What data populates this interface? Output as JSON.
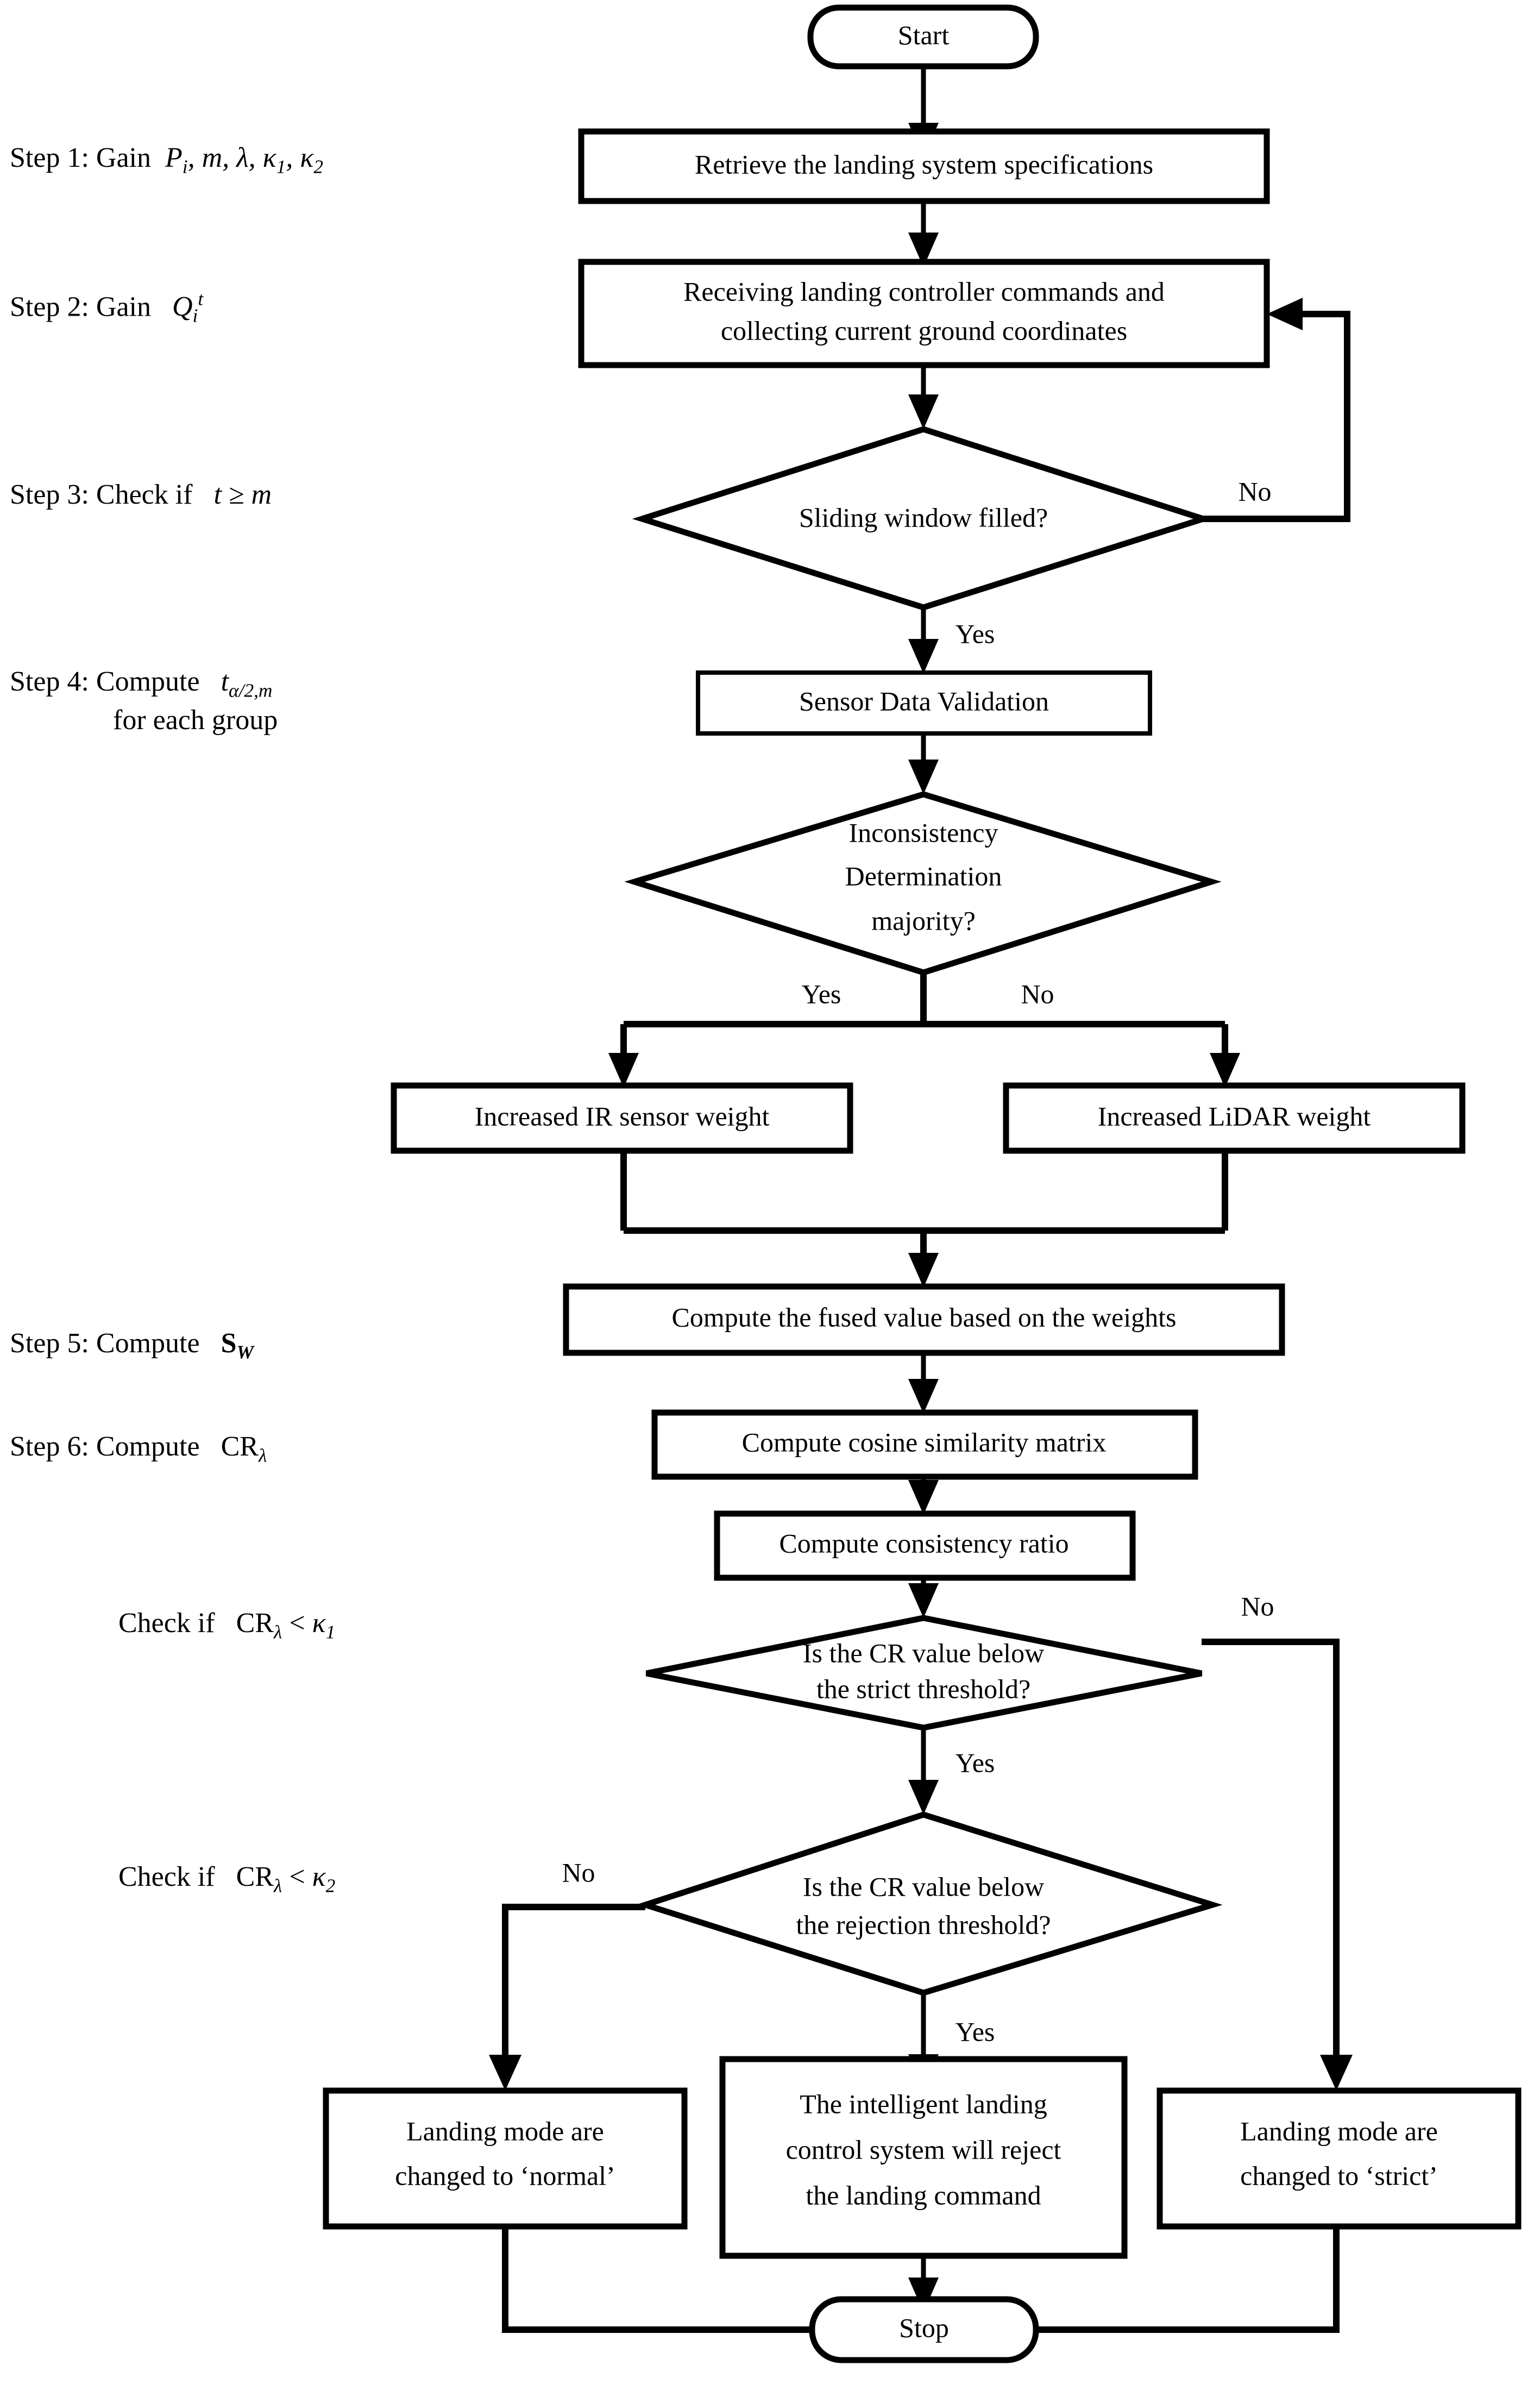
{
  "diagram": {
    "title": "Landing system consistency-check flowchart",
    "background_color": "#ffffff",
    "line_color": "#000000",
    "text_color": "#000000"
  },
  "step_labels": [
    {
      "id": "step1",
      "prefix": "Step 1: Gain",
      "formula": "P_i, m, λ, κ_1, κ_2",
      "second_line": ""
    },
    {
      "id": "step2",
      "prefix": "Step 2: Gain",
      "formula": "Q_i^t",
      "second_line": ""
    },
    {
      "id": "step3",
      "prefix": "Step 3: Check if",
      "formula": "t ≥ m",
      "second_line": ""
    },
    {
      "id": "step4",
      "prefix": "Step 4: Compute",
      "formula": "t_{α/2,m}",
      "second_line": "for each group"
    },
    {
      "id": "step5",
      "prefix": "Step 5: Compute",
      "formula": "S_W",
      "second_line": ""
    },
    {
      "id": "step6",
      "prefix": "Step 6: Compute",
      "formula": "CR_λ",
      "second_line": ""
    },
    {
      "id": "check1",
      "prefix": "Check if",
      "formula": "CR_λ < κ_1",
      "second_line": ""
    },
    {
      "id": "check2",
      "prefix": "Check if",
      "formula": "CR_λ < κ_2",
      "second_line": ""
    }
  ],
  "nodes": [
    {
      "id": "start",
      "type": "terminal",
      "lines": [
        "Start"
      ]
    },
    {
      "id": "retrieve",
      "type": "process",
      "lines": [
        "Retrieve the landing system specifications"
      ]
    },
    {
      "id": "receiving",
      "type": "process",
      "lines": [
        "Receiving landing controller commands and",
        "collecting current ground coordinates"
      ]
    },
    {
      "id": "window",
      "type": "decision",
      "lines": [
        "Sliding window filled?"
      ]
    },
    {
      "id": "validation",
      "type": "process",
      "lines": [
        "Sensor Data Validation"
      ]
    },
    {
      "id": "inconsistency",
      "type": "decision",
      "lines": [
        "Inconsistency",
        "Determination",
        "majority?"
      ]
    },
    {
      "id": "ir_weight",
      "type": "process",
      "lines": [
        "Increased IR sensor weight"
      ]
    },
    {
      "id": "lidar_weight",
      "type": "process",
      "lines": [
        "Increased LiDAR weight"
      ]
    },
    {
      "id": "fused",
      "type": "process",
      "lines": [
        "Compute the fused value based on the weights"
      ]
    },
    {
      "id": "cosine",
      "type": "process",
      "lines": [
        "Compute cosine similarity matrix"
      ]
    },
    {
      "id": "consistency",
      "type": "process",
      "lines": [
        "Compute consistency ratio"
      ]
    },
    {
      "id": "strict_check",
      "type": "decision",
      "lines": [
        "Is the CR value below",
        "the strict threshold?"
      ]
    },
    {
      "id": "reject_check",
      "type": "decision",
      "lines": [
        "Is the CR value below",
        "the rejection threshold?"
      ]
    },
    {
      "id": "normal_mode",
      "type": "process",
      "lines": [
        "Landing mode are",
        "changed to ‘normal’"
      ]
    },
    {
      "id": "reject_cmd",
      "type": "process",
      "lines": [
        "The intelligent landing",
        "control system will reject",
        "the landing command"
      ]
    },
    {
      "id": "strict_mode",
      "type": "process",
      "lines": [
        "Landing mode are",
        "changed to ‘strict’"
      ]
    },
    {
      "id": "stop",
      "type": "terminal",
      "lines": [
        "Stop"
      ]
    }
  ],
  "edge_labels": {
    "window_no": "No",
    "window_yes": "Yes",
    "inconsistency_yes": "Yes",
    "inconsistency_no": "No",
    "strict_no": "No",
    "strict_yes": "Yes",
    "reject_no": "No",
    "reject_yes": "Yes"
  }
}
